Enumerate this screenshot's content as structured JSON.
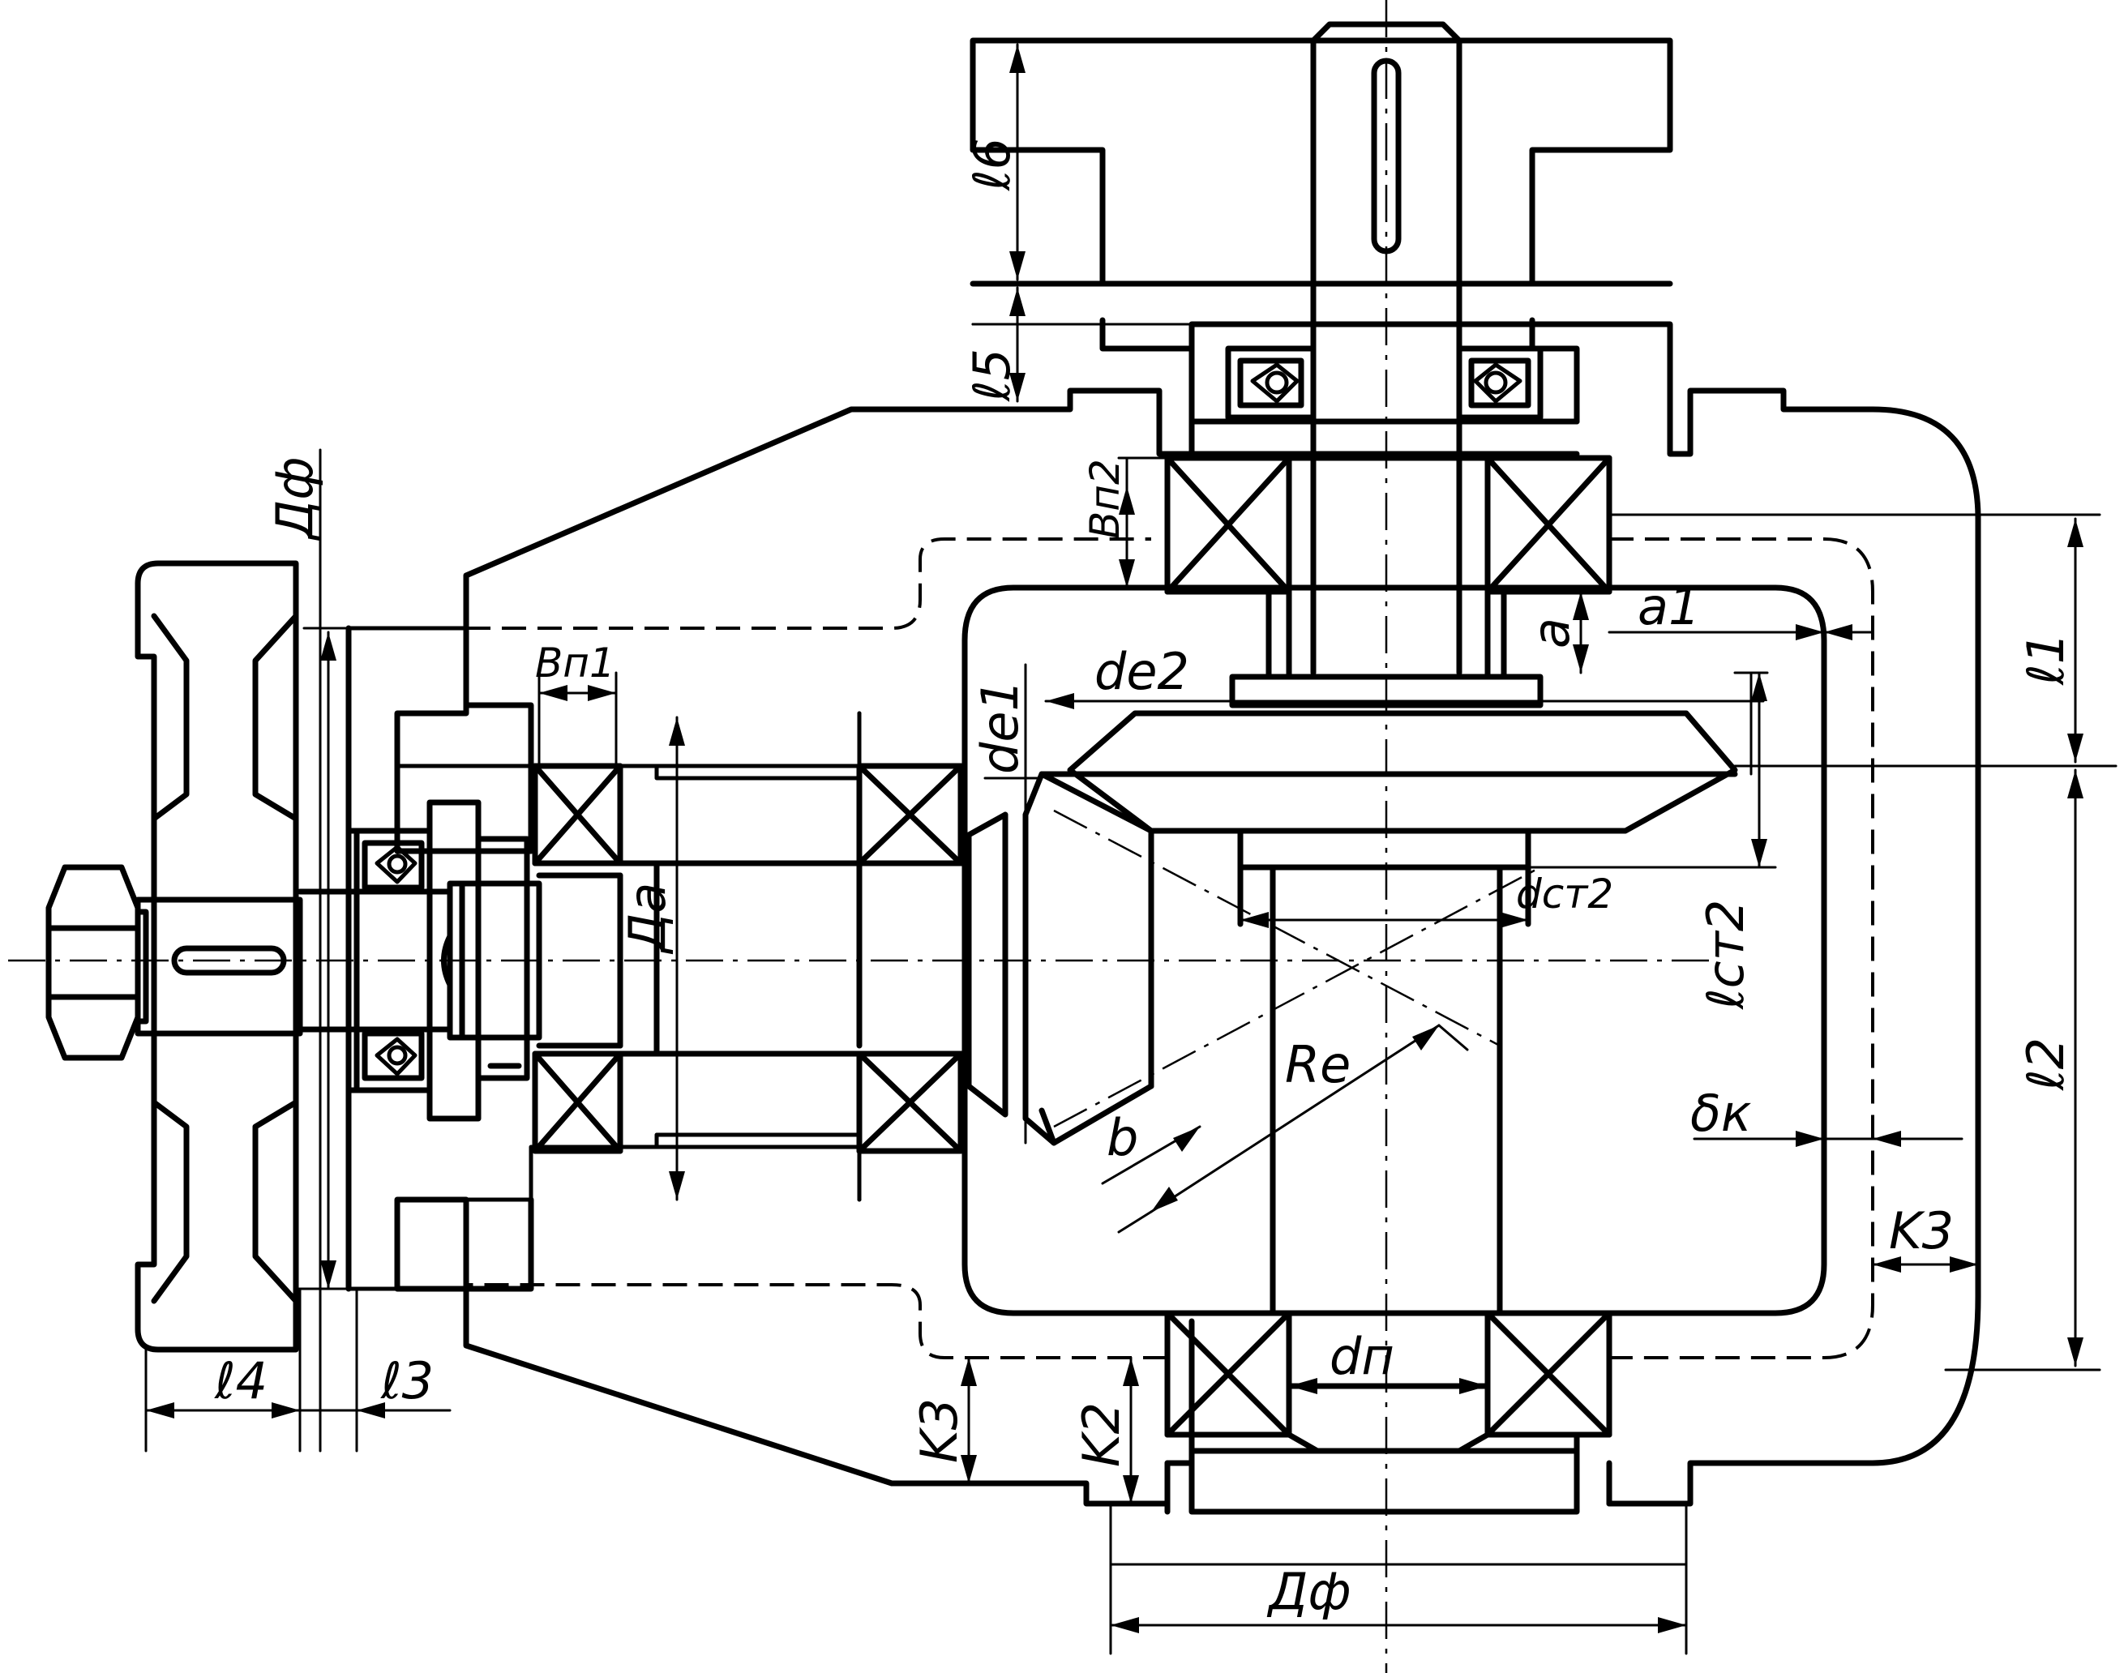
{
  "labels": {
    "l6": "ℓ6",
    "l5": "ℓ5",
    "l1": "ℓ1",
    "l2": "ℓ2",
    "l3": "ℓ3",
    "l4": "ℓ4",
    "bp1": "Вп1",
    "bp2": "Вп2",
    "df_left": "Дф",
    "df_bottom": "Дф",
    "da": "Да",
    "de1": "de1",
    "de2": "de2",
    "a": "a",
    "a1": "a1",
    "dst2": "dcт2",
    "lst2": "ℓcт2",
    "re": "Re",
    "b": "b",
    "dk": "δк",
    "k3_right": "K3",
    "k3_bottom": "K3",
    "k2": "K2",
    "dp": "dп"
  }
}
